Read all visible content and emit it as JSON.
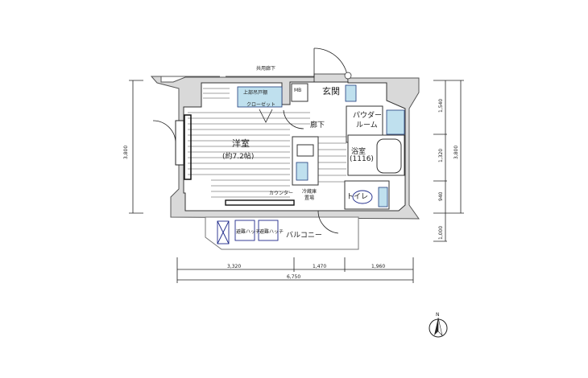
{
  "plan": {
    "corridor": "共用廊下",
    "rooms": {
      "western": "洋室",
      "western_size": "(約7.2帖)",
      "closet": "クローゼット",
      "upper_storage": "上部吊戸棚",
      "mb": "MB",
      "entrance": "玄関",
      "hallway": "廊下",
      "powder1": "パウダー",
      "powder2": "ルーム",
      "bath": "浴室",
      "bath_size": "(1116)",
      "toilet": "トイレ",
      "fridge1": "冷蔵庫",
      "fridge2": "置場",
      "counter": "カウンター",
      "balcony": "バルコニー",
      "hatch1": "避難ハッチ",
      "hatch2": "避難ハッチ"
    },
    "dims_left": "3,800",
    "dims_right": [
      "1,540",
      "1,320",
      "940",
      "1,000"
    ],
    "dims_right_total": "3,800",
    "dims_bottom": [
      "3,320",
      "1,470",
      "1,960"
    ],
    "dims_bottom_total": "6,750",
    "north": "N"
  }
}
